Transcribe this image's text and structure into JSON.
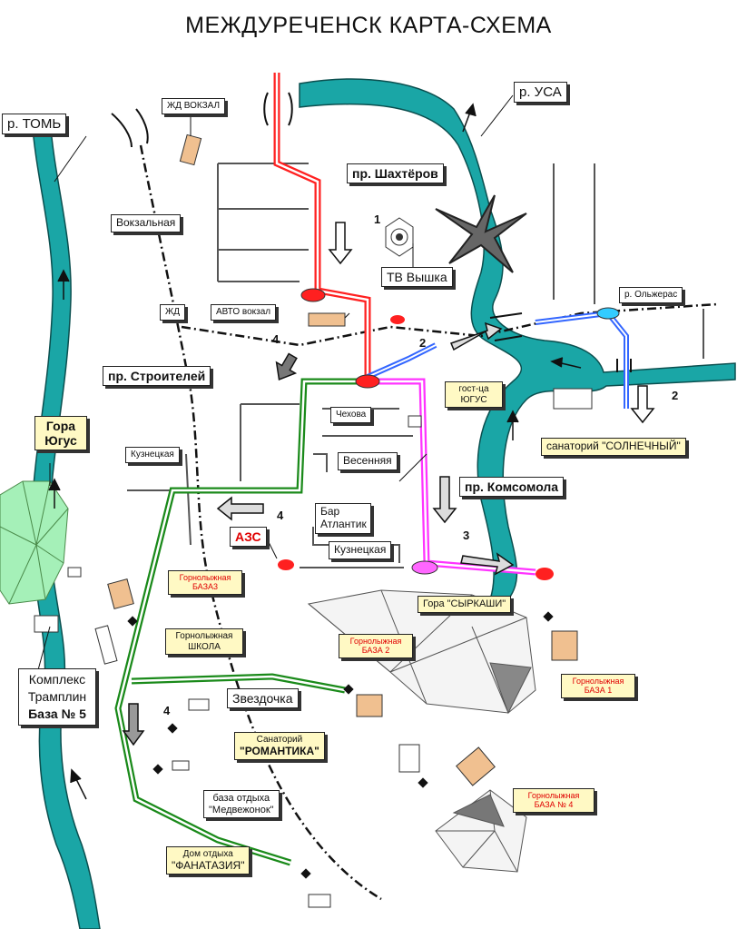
{
  "title": "МЕЖДУРЕЧЕНСК КАРТА-СХЕМА",
  "colors": {
    "river": "#1aa6a6",
    "road_red": "#ff2020",
    "road_pink": "#ff33ff",
    "road_blue": "#3366ff",
    "road_green": "#1a8a1a",
    "mountain": "#a5f0b8",
    "base_box": "#f0c090"
  },
  "labels": {
    "river_tom": "р. ТОМЬ",
    "river_usa": "р. УСА",
    "zhd_vokzal": "ЖД ВОКЗАЛ",
    "pr_shakhterov": "пр. Шахтёров",
    "vokzalnaya": "Вокзальная",
    "tv_tower": "ТВ Вышка",
    "zhd": "ЖД",
    "avto_vokzal": "АВТО вокзал",
    "pr_stroiteley": "пр. Строителей",
    "r_olzheras": "р. Ольжерас",
    "hotel_yugus": "гост-ца ЮГУС",
    "sanatorium_solnechny": "санаторий  \"СОЛНЕЧНЫЙ\"",
    "chekhova": "Чехова",
    "vesennyaya": "Весенняя",
    "pr_komsomola": "пр. Комсомола",
    "gora_yugus": "Гора Югус",
    "kuznetskaya_left": "Кузнецкая",
    "bar_atlantic": "Бар Атлантик",
    "azs": "АЗС",
    "kuznetskaya": "Кузнецкая",
    "gora_syrkashi": "Гора \"СЫРКАШИ\"",
    "ski_base3": "Горнолыжная БАЗА3",
    "ski_school": "Горнолыжная ШКОЛА",
    "ski_base2": "Горнолыжная БАЗА 2",
    "ski_base1": "Горнолыжная БАЗА 1",
    "complex_tramplin": "Комплекс Трамплин",
    "base5": "База № 5",
    "zvezdochka": "Звездочка",
    "sanatorium_romantika_a": "Санаторий",
    "sanatorium_romantika_b": "\"РОМАНТИКА\"",
    "base_medvezhonok_a": "база отдыха",
    "base_medvezhonok_b": "\"Медвежонок\"",
    "ski_base4": "Горнолыжная БАЗА № 4",
    "dom_fantasia_a": "Дом отдыха",
    "dom_fantasia_b": "\"ФАНАТАЗИЯ\""
  },
  "numbers": {
    "n1": "1",
    "n2a": "2",
    "n2b": "2",
    "n3": "3",
    "n4a": "4",
    "n4b": "4",
    "n4c": "4"
  }
}
